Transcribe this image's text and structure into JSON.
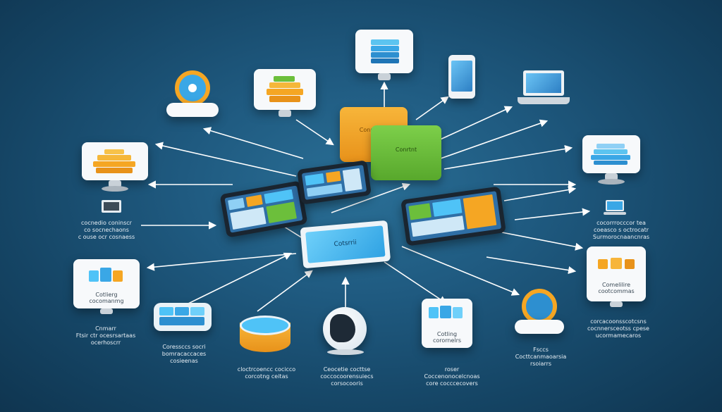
{
  "diagram": {
    "labels": {
      "center_screen": "Cotsrrii",
      "box_orange": "Conrtrt",
      "box_green": "Conrtnt",
      "card_left_mid": "Cotlierg\ncocomanmg",
      "card_right_mid": "Comelilire\ncootcommas",
      "card_bottom_right": "Cotling\ncorornelrs",
      "caption_left_upper": "cocnedio coninscr\nco socnechaons\nc ouse ocr cosnaess",
      "caption_left_lower": "Cnmarr\nFtsir ctr ocesrsartaas\nocerhoscrr",
      "caption_bottom_1": "Coressccs socri\nbomracaccaces\ncosieenas",
      "caption_bottom_2": "cloctrcoencc cocicco\ncorcotng ceitas",
      "caption_bottom_3": "Ceocetie cocttse\ncoccocoorensuiecs\ncorsocooris",
      "caption_bottom_4": "roser\nCoccenonocelcnoas\ncore cocccecovers",
      "caption_bottom_right": "Fsccs\nCocttcanmaoarsia\nrsoiarrs",
      "caption_right_upper": "cocorrrocccor tea\ncoeasco s octrocatr\nSurmorocnaancnras",
      "caption_right_lower": "corcacoonsscotcsns\ncocnnersceotss cpese\nucormamecaros"
    },
    "colors": {
      "orange": "#f5a623",
      "green": "#6cbf3b",
      "blue": "#3aa7e6",
      "cyan": "#4fc3f7",
      "navy": "#1a2530"
    }
  }
}
